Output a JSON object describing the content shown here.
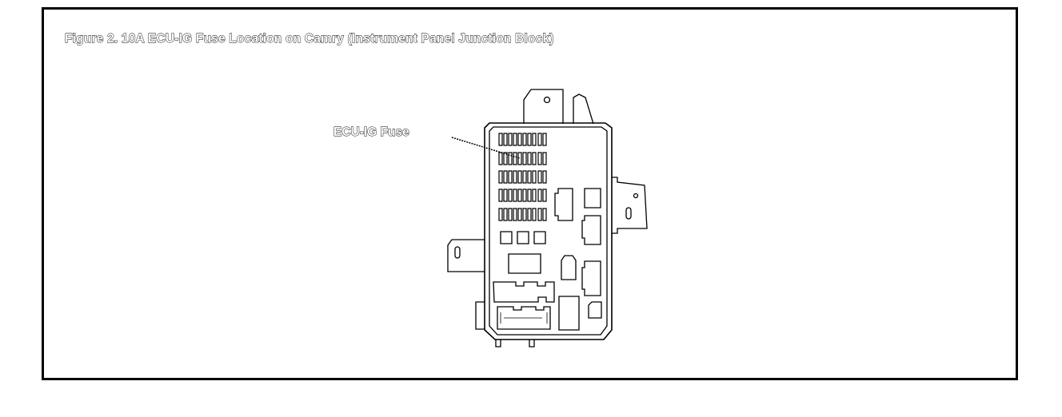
{
  "figure": {
    "title": "Figure 2. 10A ECU-IG Fuse Location on Camry (Instrument Panel Junction Block)",
    "callout_label": "ECU-IG Fuse",
    "subject": "instrument-panel-junction-block"
  }
}
